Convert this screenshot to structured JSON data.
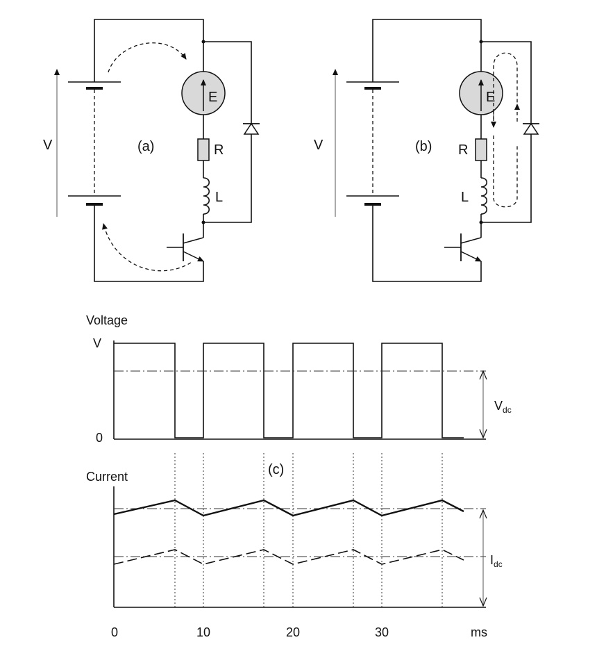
{
  "circuit_a": {
    "label": "(a)",
    "voltage_label": "V",
    "motor_label": "E",
    "resistor_label": "R",
    "inductor_label": "L"
  },
  "circuit_b": {
    "label": "(b)",
    "voltage_label": "V",
    "motor_label": "E",
    "resistor_label": "R",
    "inductor_label": "L"
  },
  "waveforms": {
    "panel_label": "(c)",
    "voltage_title": "Voltage",
    "v_high_label": "V",
    "v_zero_label": "0",
    "vdc_label_main": "V",
    "vdc_label_sub": "dc",
    "current_title": "Current",
    "idc_label_main": "I",
    "idc_label_sub": "dc",
    "x_ticks": [
      "0",
      "10",
      "20",
      "30"
    ],
    "x_unit": "ms"
  }
}
